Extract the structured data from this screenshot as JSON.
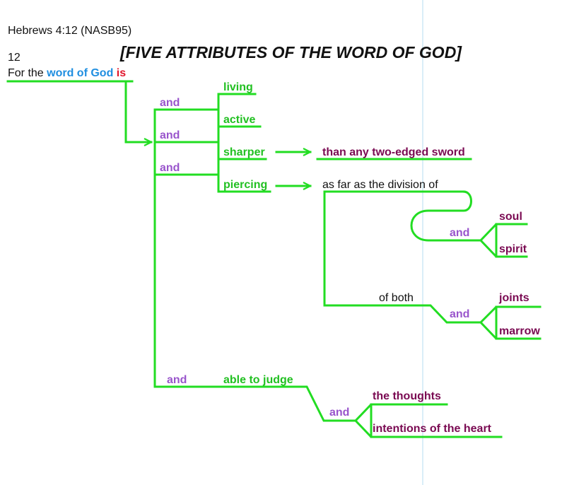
{
  "reference": "Hebrews 4:12 (NASB95)",
  "title": "[FIVE ATTRIBUTES OF THE WORD OF GOD]",
  "verse_number": "12",
  "subject": {
    "prefix": "For the",
    "word_of_god": "word of God",
    "verb": "is"
  },
  "conjunction": "and",
  "attributes": {
    "living": "living",
    "active": "active",
    "sharper": "sharper",
    "piercing": "piercing",
    "able_to_judge": "able to judge"
  },
  "sharper_modifier": "than any two-edged sword",
  "piercing_modifier": "as far as the division of",
  "division_objects": [
    "soul",
    "spirit"
  ],
  "of_both": "of both",
  "both_objects": [
    "joints",
    "marrow"
  ],
  "judge_objects": [
    "the thoughts",
    "intentions of the heart"
  ],
  "colors": {
    "lines": "#22dd22",
    "subject_highlight": "#1f8fe0",
    "verb_highlight": "#e0162b",
    "conjunctions": "#9955cc",
    "attributes": "#22c022",
    "objects": "#7a0a52"
  }
}
